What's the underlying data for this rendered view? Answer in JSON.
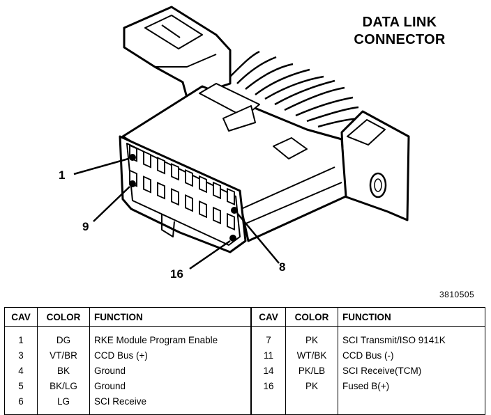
{
  "title_line1": "DATA LINK",
  "title_line2": "CONNECTOR",
  "callouts": {
    "pin1": "1",
    "pin9": "9",
    "pin16": "16",
    "pin8": "8"
  },
  "figure_id": "3810505",
  "table": {
    "headers": [
      "CAV",
      "COLOR",
      "FUNCTION",
      "CAV",
      "COLOR",
      "FUNCTION"
    ],
    "left": [
      {
        "cav": "1",
        "color": "DG",
        "function": "RKE Module Program Enable"
      },
      {
        "cav": "3",
        "color": "VT/BR",
        "function": "CCD Bus (+)"
      },
      {
        "cav": "4",
        "color": "BK",
        "function": "Ground"
      },
      {
        "cav": "5",
        "color": "BK/LG",
        "function": "Ground"
      },
      {
        "cav": "6",
        "color": "LG",
        "function": "SCI Receive"
      }
    ],
    "right": [
      {
        "cav": "7",
        "color": "PK",
        "function": "SCI Transmit/ISO 9141K"
      },
      {
        "cav": "11",
        "color": "WT/BK",
        "function": "CCD Bus (-)"
      },
      {
        "cav": "14",
        "color": "PK/LB",
        "function": "SCI Receive(TCM)"
      },
      {
        "cav": "16",
        "color": "PK",
        "function": "Fused B(+)"
      },
      {
        "cav": "",
        "color": "",
        "function": ""
      }
    ]
  }
}
